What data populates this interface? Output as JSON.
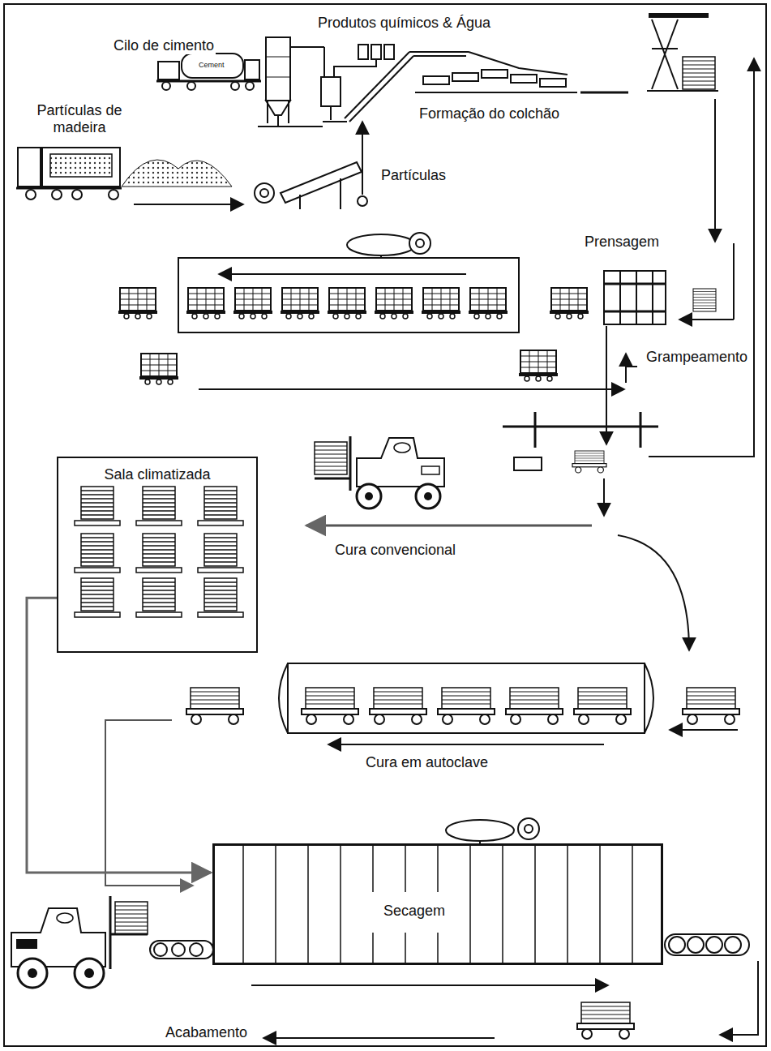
{
  "diagram": {
    "nodes": [
      {
        "text": [
          "Sala climatizada"
        ]
      },
      {
        "text": [
          "Secagem"
        ]
      }
    ],
    "edges": [
      {
        "from": 0,
        "to": 1,
        "arrow": "to"
      }
    ],
    "labels": [
      "Cilo de cimento",
      "Cement",
      "Produtos químicos & Água",
      "Formação do colchão",
      "Partículas de madeira",
      "Partículas",
      "Prensagem",
      "Grampeamento",
      "Cura convencional",
      "Cura em autoclave",
      "Acabamento"
    ]
  }
}
